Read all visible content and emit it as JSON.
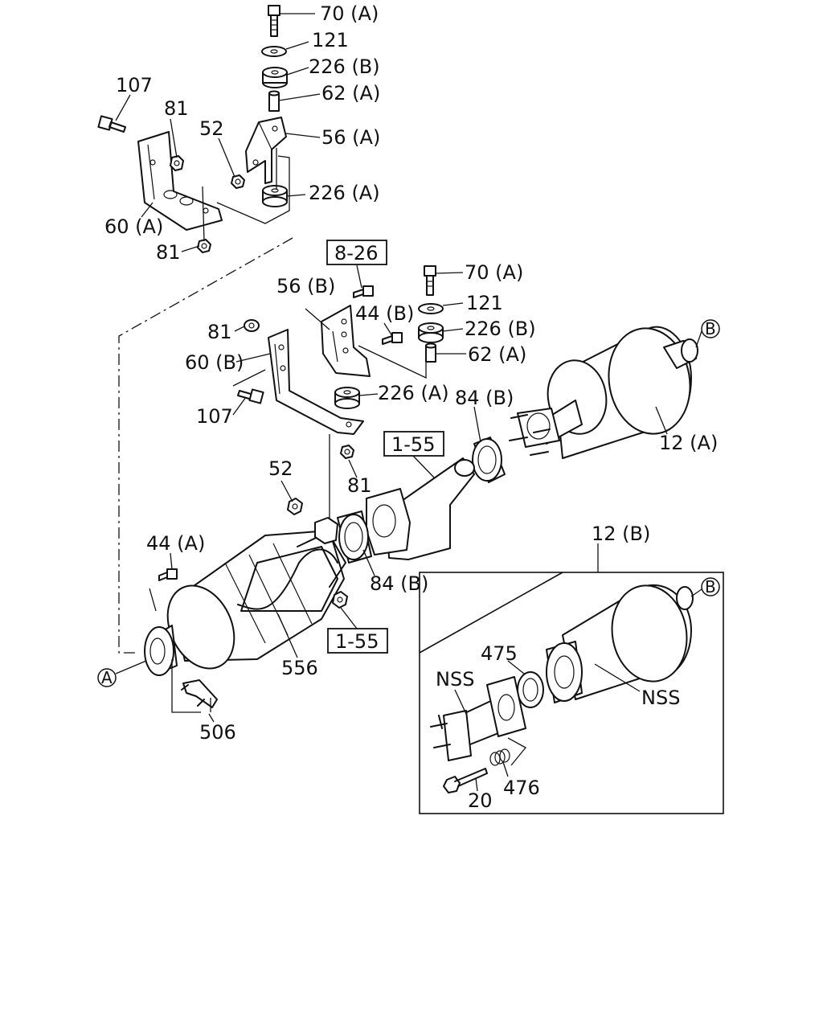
{
  "callouts": {
    "top_70a": "70 (A)",
    "top_121": "121",
    "top_226b": "226 (B)",
    "top_62a": "62 (A)",
    "top_56a": "56 (A)",
    "top_226a": "226 (A)",
    "top_107": "107",
    "top_81a": "81",
    "top_52": "52",
    "top_60a": "60 (A)",
    "top_81b": "81",
    "ref_8_26": "8-26",
    "mid_56b": "56 (B)",
    "mid_44b": "44 (B)",
    "mid_70a": "70 (A)",
    "mid_121": "121",
    "mid_226b": "226 (B)",
    "mid_62a": "62 (A)",
    "mid_81": "81",
    "mid_60b": "60 (B)",
    "mid_226a": "226 (A)",
    "mid_107": "107",
    "mid_84b_upper": "84 (B)",
    "mid_12a": "12 (A)",
    "ref_1_55_upper": "1-55",
    "mid_52": "52",
    "mid_81_lower": "81",
    "low_44a": "44 (A)",
    "low_84b": "84 (B)",
    "ref_1_55_lower": "1-55",
    "low_556": "556",
    "low_506": "506",
    "circle_a": "A",
    "circle_b_upper": "B",
    "inset_12b": "12 (B)",
    "circle_b_inset": "B",
    "inset_475": "475",
    "inset_nss_left": "NSS",
    "inset_nss_right": "NSS",
    "inset_476": "476",
    "inset_20": "20"
  }
}
